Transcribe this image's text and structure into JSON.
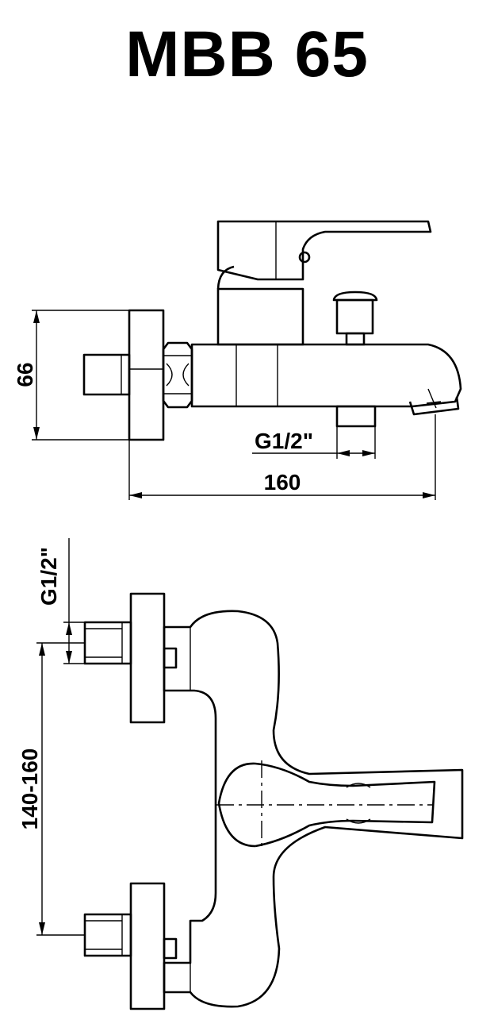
{
  "title": "MBB 65",
  "dimensions": {
    "height_66": "66",
    "thread_side": "G1/2\"",
    "width_160": "160",
    "thread_front": "G1/2\"",
    "spacing": "140-160"
  },
  "colors": {
    "line": "#000000",
    "background": "#ffffff"
  }
}
